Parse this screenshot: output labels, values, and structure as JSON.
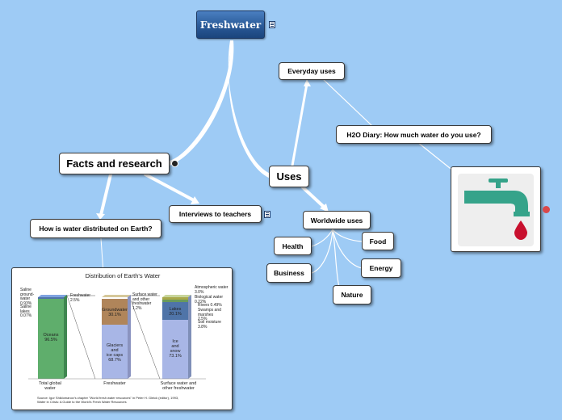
{
  "root": {
    "label": "Freshwater"
  },
  "topics": {
    "everyday_uses": "Everyday uses",
    "h2o_diary": "H2O Diary: How much water do you use?",
    "facts_research": "Facts and research",
    "uses": "Uses",
    "interviews": "Interviews to teachers",
    "worldwide_uses": "Worldwide uses",
    "distribution": "How is water distributed on Earth?",
    "health": "Health",
    "food": "Food",
    "business": "Business",
    "energy": "Energy",
    "nature": "Nature"
  },
  "chart": {
    "title": "Distribution of Earth's Water",
    "bars": [
      {
        "caption": "Total global\nwater",
        "segments": [
          {
            "label": "Oceans",
            "value": "96.5%"
          }
        ]
      },
      {
        "caption": "Freshwater",
        "segments": [
          {
            "label": "Groundwater",
            "value": "30.1%"
          },
          {
            "label": "Glaciers\nand\nice caps",
            "value": "68.7%"
          }
        ]
      },
      {
        "caption": "Surface water and\nother freshwater",
        "segments": [
          {
            "label": "Lakes",
            "value": "20.1%"
          },
          {
            "label": "Ice\nand\nsnow",
            "value": "73.1%"
          }
        ]
      }
    ],
    "side_labels": {
      "saline_groundwater": "Saline\nground-\nwater\n0.93%",
      "saline_lakes": "Saline\nlakes\n0.07%",
      "freshwater": "Freshwater\n2.5%",
      "surface_water": "Surface water\nand other\nfreshwater\n1.2%",
      "atmosphere": "Atmospheric water\n3.0%",
      "biological": "Biological water\n0.22%",
      "rivers": "Rivers  0.49%",
      "swamps": "Swamps and\nmarshes\n2.5%",
      "soil": "Soil moisture\n3.8%"
    },
    "source": "Source: Igor Shiklomanov's chapter \"World fresh water resources\" in Peter H. Gleick (editor), 1993,",
    "source2": "Water in Crisis: A Guide to the World's Fresh Water Resources"
  },
  "colors": {
    "background": "#9ecbf5",
    "ocean": "#5fae6c",
    "groundwater": "#b0855a",
    "glaciers": "#a8b6e6",
    "lakes": "#4f74a8",
    "faucet": "#35a38a",
    "drop": "#c8102e",
    "link_marker": "#d9474a"
  }
}
